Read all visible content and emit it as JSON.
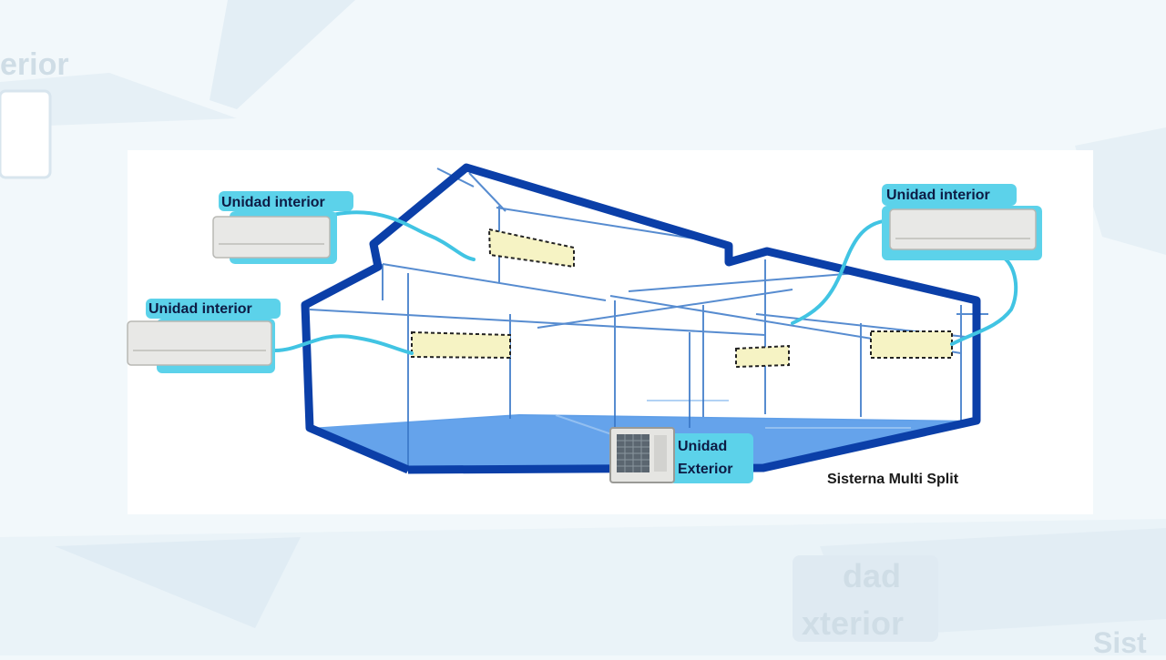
{
  "diagram": {
    "indoor_units": [
      {
        "label": "Unidad interior"
      },
      {
        "label": "Unidad interior"
      },
      {
        "label": "Unidad interior"
      }
    ],
    "outdoor_unit": {
      "label_line1": "Unidad",
      "label_line2": "Exterior"
    },
    "caption": "Sisterna Multi Split"
  },
  "background_ghosts": {
    "top_left": "erior",
    "bottom_right_1": "dad",
    "bottom_right_2": "xterior",
    "bottom_right_3": "Sist"
  },
  "colors": {
    "house_outline": "#0b3fa8",
    "floor": "#4f95e6",
    "pipe": "#41c4e3",
    "label_bg": "#5cd2ea",
    "zone_fill": "#f6f3c4"
  }
}
